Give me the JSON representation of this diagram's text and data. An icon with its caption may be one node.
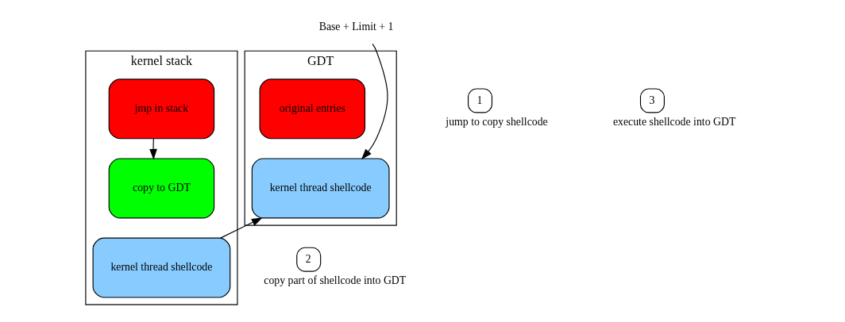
{
  "diagram": {
    "nodes": [
      {
        "text": [
          "kernel stack"
        ]
      },
      {
        "text": [
          "jmp in stack"
        ],
        "in": 0
      },
      {
        "text": [
          "copy to GDT"
        ],
        "in": 0
      },
      {
        "text": [
          "kernel thread shellcode"
        ],
        "in": 0
      },
      {
        "text": [
          "GDT"
        ]
      },
      {
        "text": [
          "original entries"
        ],
        "in": 4
      },
      {
        "text": [
          "kernel thread shellcode"
        ],
        "in": 4
      },
      {
        "text": [
          "Base + Limit + 1"
        ]
      },
      {
        "text": [
          "1"
        ],
        "beside": [
          "jump to copy shellcode"
        ]
      },
      {
        "text": [
          "2"
        ],
        "beside": [
          "copy part of shellcode into GDT"
        ]
      },
      {
        "text": [
          "3"
        ],
        "beside": [
          "execute shellcode into GDT"
        ]
      }
    ],
    "edges": [
      {
        "from": 1,
        "to": 2,
        "arrow": "to"
      },
      {
        "from": 3,
        "to": 6,
        "arrow": "to"
      },
      {
        "from": 7,
        "to": 6,
        "arrow": "to"
      }
    ]
  }
}
